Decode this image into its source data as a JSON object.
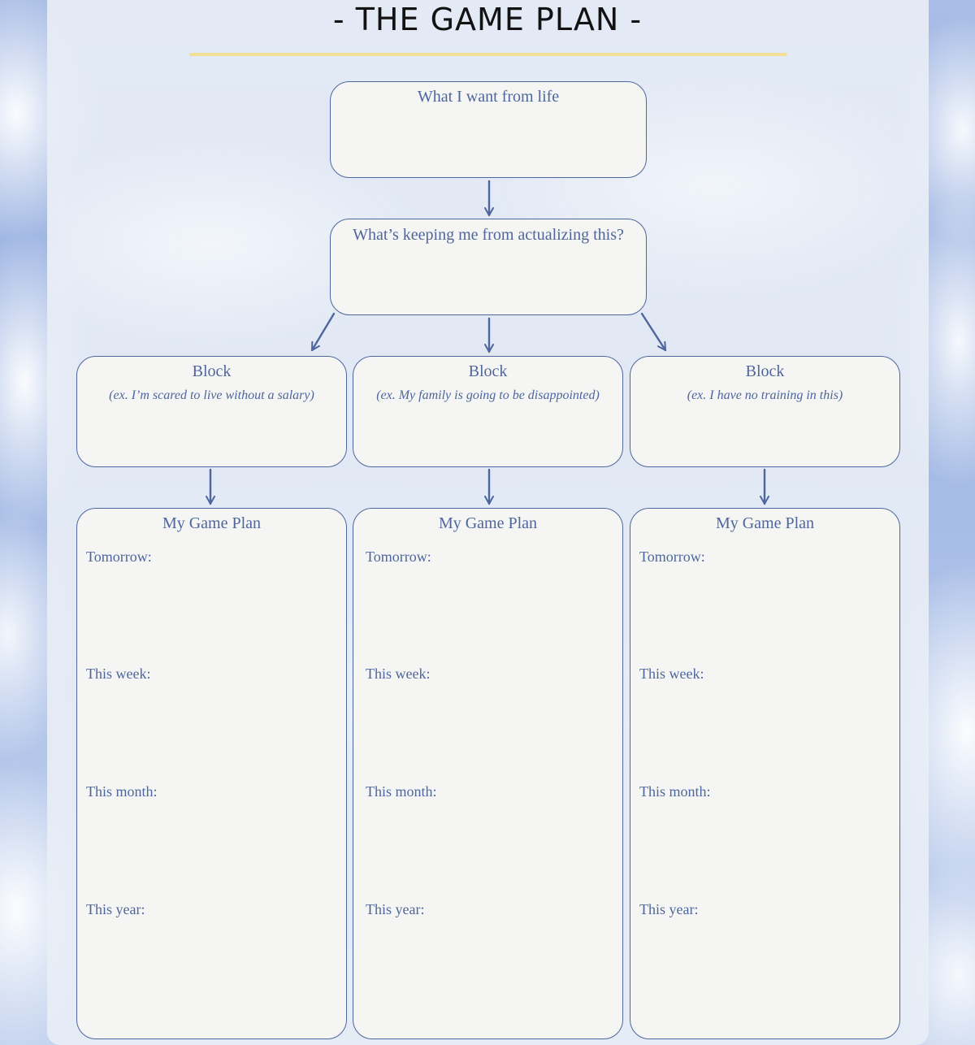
{
  "title": "- THE GAME PLAN -",
  "colors": {
    "accent_rule": "#f0df95",
    "box_stroke": "#4e669d",
    "box_fill": "#f5f6f4",
    "title_text": "#121212"
  },
  "want_box": {
    "title": "What I want from life"
  },
  "keeping_box": {
    "title": "What’s keeping me from actualizing this?"
  },
  "blocks": [
    {
      "title": "Block",
      "example": "(ex. I’m scared to live without a salary)"
    },
    {
      "title": "Block",
      "example": "(ex. My family is going to be disappointed)"
    },
    {
      "title": "Block",
      "example": "(ex. I have no training in this)"
    }
  ],
  "plans": [
    {
      "title": "My Game Plan",
      "tomorrow": "Tomorrow:",
      "week": "This week:",
      "month": "This month:",
      "year": "This year:"
    },
    {
      "title": "My Game Plan",
      "tomorrow": "Tomorrow:",
      "week": "This week:",
      "month": "This month:",
      "year": "This year:"
    },
    {
      "title": "My Game Plan",
      "tomorrow": "Tomorrow:",
      "week": "This week:",
      "month": "This month:",
      "year": "This year:"
    }
  ]
}
